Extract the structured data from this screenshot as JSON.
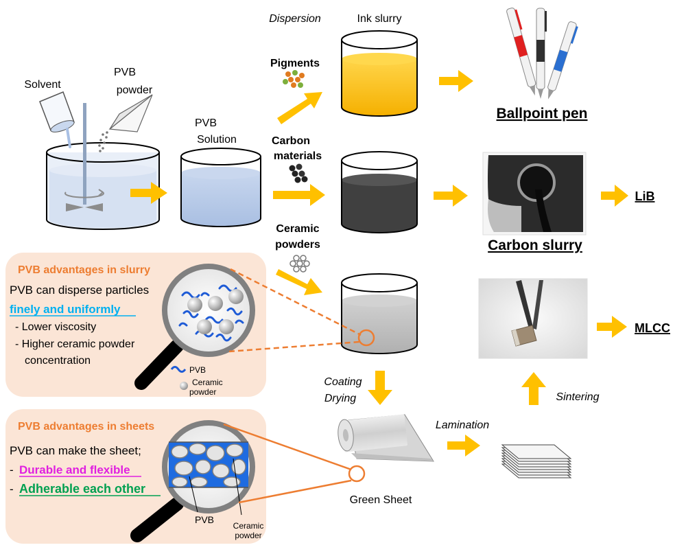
{
  "top_labels": {
    "dispersion": "Dispersion",
    "ink_slurry": "Ink slurry"
  },
  "mixing": {
    "solvent": "Solvent",
    "pvb_powder_1": "PVB",
    "pvb_powder_2": "powder",
    "pvb_solution_1": "PVB",
    "pvb_solution_2": "Solution"
  },
  "materials": {
    "pigments": "Pigments",
    "carbon_1": "Carbon",
    "carbon_2": "materials",
    "ceramic_1": "Ceramic",
    "ceramic_2": "powders"
  },
  "products": {
    "ballpoint_pen": "Ballpoint pen",
    "carbon_slurry": "Carbon slurry",
    "lib": "LiB",
    "mlcc": "MLCC"
  },
  "process": {
    "coating": "Coating",
    "drying": "Drying",
    "lamination": "Lamination",
    "sintering": "Sintering",
    "green_sheet": "Green Sheet"
  },
  "slurry_panel": {
    "title": "PVB advantages in slurry",
    "line1": "PVB can disperse particles",
    "highlight": "finely and uniformly",
    "bullet1": "- Lower viscosity",
    "bullet2a": "- Higher ceramic powder",
    "bullet2b": "concentration",
    "legend_pvb": "PVB",
    "legend_ceramic_1": "Ceramic",
    "legend_ceramic_2": "powder"
  },
  "sheet_panel": {
    "title": "PVB advantages in sheets",
    "line1": "PVB can make the sheet;",
    "prefix": "-",
    "highlight1": "Durable and flexible",
    "highlight2": "Adherable each other",
    "label_pvb": "PVB",
    "label_ceramic_1": "Ceramic",
    "label_ceramic_2": "powder"
  },
  "colors": {
    "arrow": "#FFC000",
    "orange_text": "#ED7D31",
    "blue_highlight": "#00B0F0",
    "magenta_highlight": "#E020E0",
    "green_highlight": "#00A050",
    "panel_fill": "#FBE5D6",
    "ink_yellow": "#FFC000",
    "carbon_gray": "#404040",
    "ceramic_gray": "#BFBFBF",
    "solution_blue": "#B4C7E7"
  }
}
